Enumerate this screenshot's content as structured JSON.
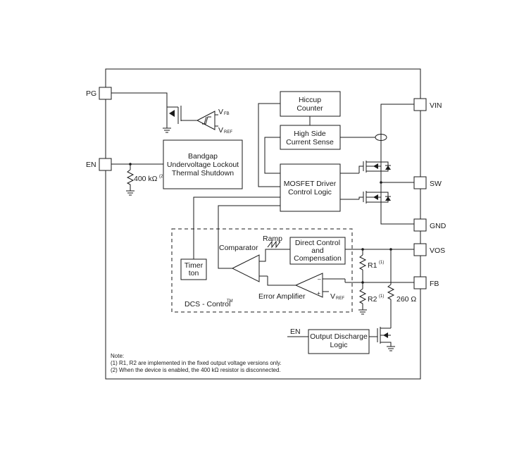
{
  "pins": {
    "pg": "PG",
    "en": "EN",
    "vin": "VIN",
    "sw": "SW",
    "gnd": "GND",
    "vos": "VOS",
    "fb": "FB"
  },
  "blocks": {
    "bandgap": [
      "Bandgap",
      "Undervoltage Lockout",
      "Thermal Shutdown"
    ],
    "hiccup": [
      "Hiccup",
      "Counter"
    ],
    "high_side": [
      "High Side",
      "Current Sense"
    ],
    "mosfet_driver": [
      "MOSFET Driver",
      "Control Logic"
    ],
    "direct_control": [
      "Direct Control",
      "and",
      "Compensation"
    ],
    "timer": [
      "Timer",
      "ton"
    ],
    "output_discharge": [
      "Output Discharge",
      "Logic"
    ]
  },
  "labels": {
    "vfb_main": "V",
    "vfb_sub": "FB",
    "vref_main": "V",
    "vref_sub": "REF",
    "en_resistor": "400 kΩ",
    "en_resistor_note": "(2)",
    "ramp": "Ramp",
    "comparator": "Comparator",
    "error_amplifier": "Error Amplifier",
    "ea_vref_main": "V",
    "ea_vref_sub": "REF",
    "r1": "R1",
    "r1_note": "(1)",
    "r2": "R2",
    "r2_note": "(1)",
    "r260": "260 Ω",
    "dcs_control": "DCS - Control",
    "dcs_tm": "TM",
    "discharge_en": "EN",
    "plus": "+",
    "minus": "–"
  },
  "notes": [
    "Note:",
    "(1)  R1, R2 are implemented in the fixed output voltage versions only.",
    "(2) When the device is enabled, the 400 kΩ resistor is disconnected."
  ],
  "colors": {
    "line": "#1a1a1a",
    "background": "#ffffff"
  }
}
